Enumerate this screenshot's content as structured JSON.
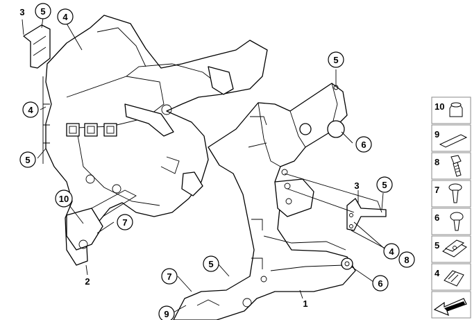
{
  "diagram": {
    "callouts": {
      "c1": "5",
      "c2": "4",
      "c3": "5",
      "c4": "6",
      "c5": "4",
      "c6": "5",
      "c7": "10",
      "c8": "7",
      "c9": "5",
      "c10": "4",
      "c11": "8",
      "c12": "6",
      "c13": "7",
      "c14": "9",
      "c15": "5"
    },
    "plain_labels": {
      "p1": "3",
      "p2": "2",
      "p3": "3",
      "p4": "1"
    },
    "legend": [
      "10",
      "9",
      "8",
      "7",
      "6",
      "5",
      "4"
    ]
  }
}
